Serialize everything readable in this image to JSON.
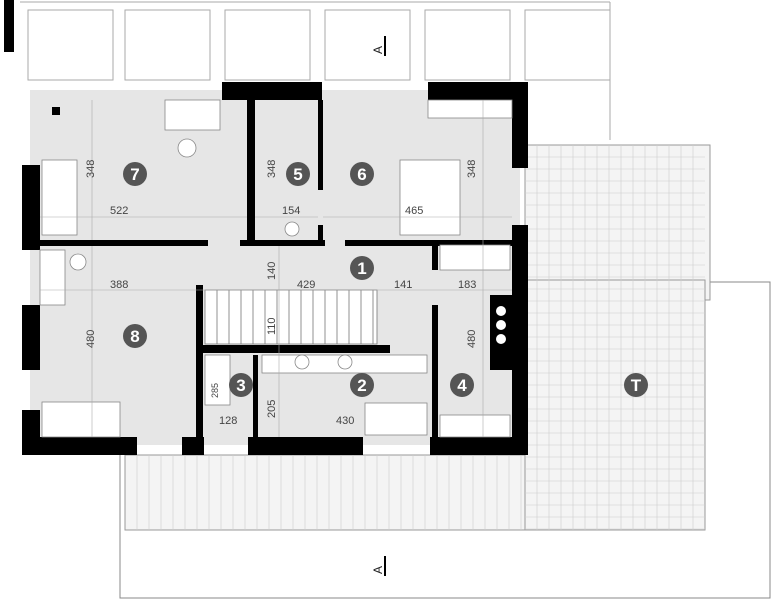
{
  "plan": {
    "rooms": [
      {
        "id": "7"
      },
      {
        "id": "5"
      },
      {
        "id": "6"
      },
      {
        "id": "1"
      },
      {
        "id": "8"
      },
      {
        "id": "3"
      },
      {
        "id": "2"
      },
      {
        "id": "4"
      },
      {
        "id": "T"
      }
    ],
    "dimensions": {
      "room7_height": "348",
      "room7_width": "522",
      "room5_height": "348",
      "room5_width": "154",
      "room6_width": "465",
      "room6_height": "348",
      "room8_width": "388",
      "hall_height": "140",
      "hall_width": "429",
      "hall_width2": "141",
      "room4_width": "183",
      "stair_height": "110",
      "room8_height": "480",
      "room4_height": "480",
      "room2_height": "205",
      "room3_width": "128",
      "room2_width": "430",
      "room3_boiler": "285"
    },
    "section_marks": {
      "top": "A",
      "bottom": "A"
    },
    "colors": {
      "wall": "#000000",
      "floor": "#e6e6e6",
      "badge": "#555555",
      "line": "#999999"
    }
  }
}
